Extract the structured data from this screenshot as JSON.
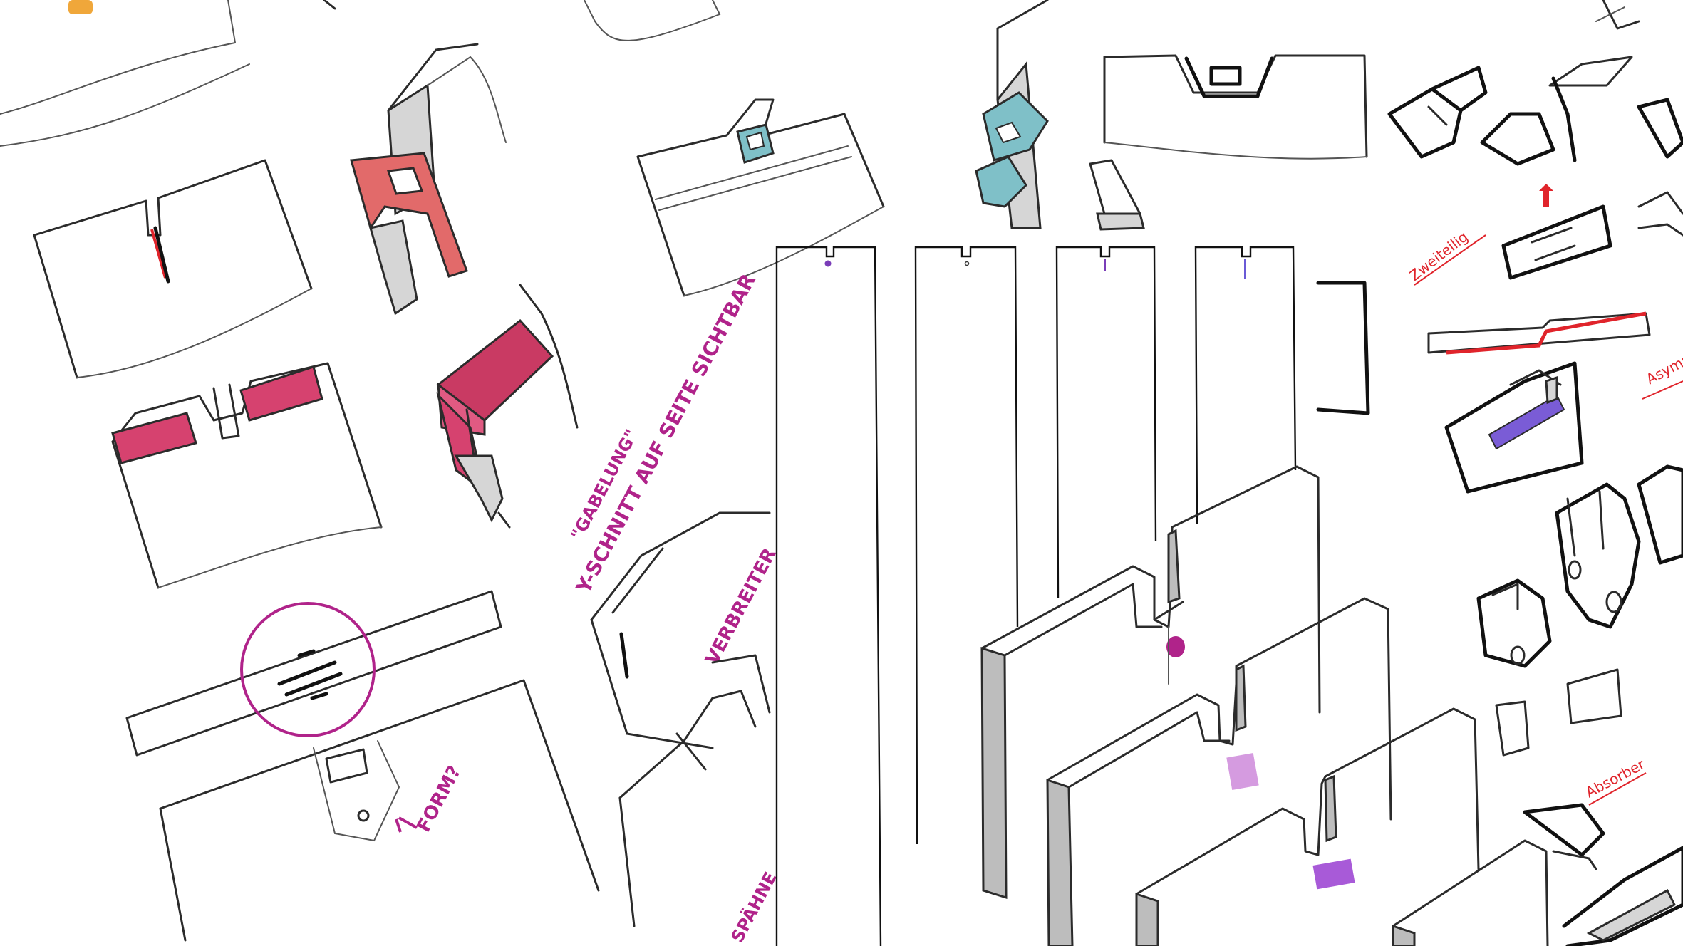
{
  "title": "",
  "annotations": {
    "gabelung": "\"GABELUNG\"",
    "y_schnitt": "Y-SCHNITT AUF SEITE SICHTBAR",
    "verbreit": "VERBREITER",
    "spaehne": "SPÄHNE",
    "form": "FORM?",
    "zweiteilig": "Zweiteilig",
    "asymmetrisch": "Asymmetrisch",
    "absorber": "Absorber"
  },
  "colors": {
    "magenta_ink": "#b0238a",
    "pink_fill": "#d6426f",
    "coral_fill": "#e26a6a",
    "teal_fill": "#7fc0c8",
    "purple_fill": "#7a5cd6",
    "violet_fill": "#b66ad9",
    "red_ink": "#e0242b",
    "orange_fill": "#f0a73a",
    "grey_fill": "#bdbdbd"
  },
  "panels": {
    "count": 4,
    "slot_marks": [
      "dot",
      "dot",
      "short-line",
      "long-line"
    ]
  }
}
